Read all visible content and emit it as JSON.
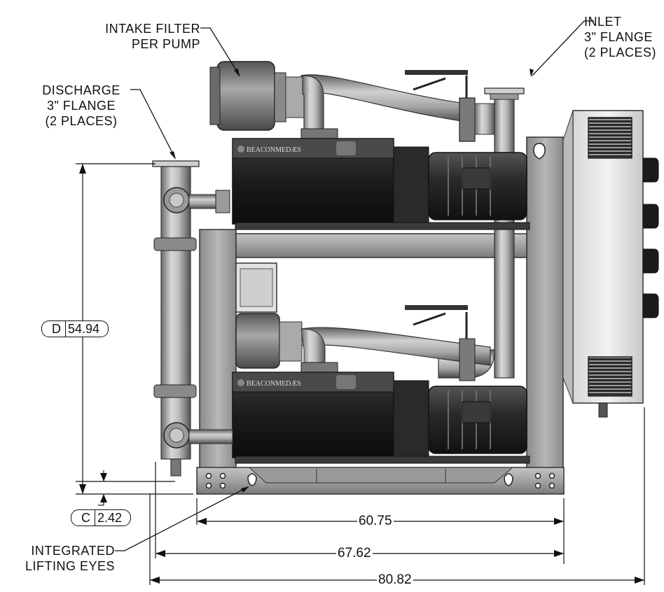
{
  "callouts": {
    "intake_filter": [
      "INTAKE FILTER",
      "PER PUMP"
    ],
    "inlet": [
      "INLET",
      "3\" FLANGE",
      "(2 PLACES)"
    ],
    "discharge": [
      "DISCHARGE",
      "3\" FLANGE",
      "(2 PLACES)"
    ],
    "lifting_eyes": [
      "INTEGRATED",
      "LIFTING EYES"
    ]
  },
  "brand_text": "BEACONMEDÆS",
  "dimensions": {
    "height": {
      "datum": "D",
      "value": "54.94"
    },
    "base_clearance": {
      "datum": "C",
      "value": "2.42"
    },
    "frame_width": "60.75",
    "overall_frame": "67.62",
    "overall_width": "80.82"
  }
}
